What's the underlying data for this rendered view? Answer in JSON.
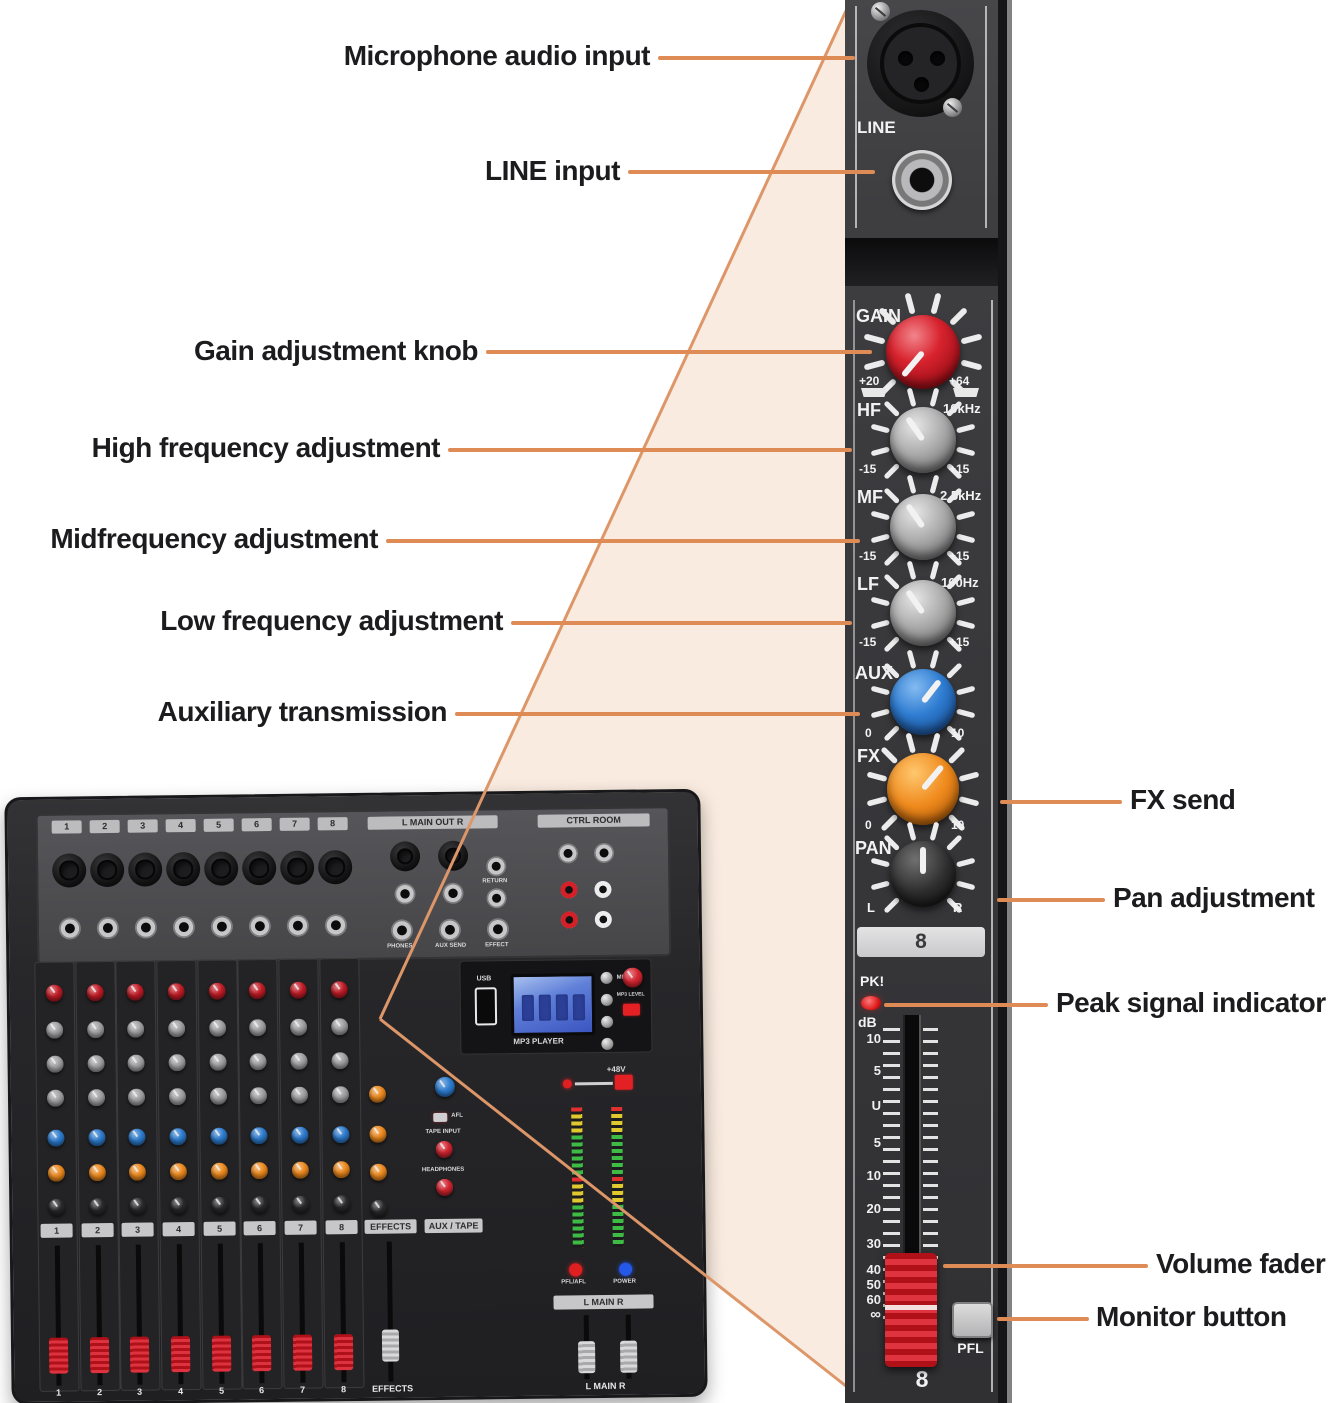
{
  "callouts": {
    "left": [
      {
        "label": "Microphone audio input"
      },
      {
        "label": "LINE input"
      },
      {
        "label": "Gain adjustment knob"
      },
      {
        "label": "High frequency adjustment"
      },
      {
        "label": "Midfrequency adjustment"
      },
      {
        "label": "Low frequency adjustment"
      },
      {
        "label": "Auxiliary transmission"
      }
    ],
    "right": [
      {
        "label": "FX send"
      },
      {
        "label": "Pan adjustment"
      },
      {
        "label": "Peak signal indicator"
      },
      {
        "label": "Volume fader"
      },
      {
        "label": "Monitor button"
      }
    ]
  },
  "panel": {
    "line_label": "LINE",
    "gain": {
      "label": "GAIN",
      "min": "+20",
      "max": "+64"
    },
    "eq": [
      {
        "label": "HF",
        "freq": "10kHz",
        "min": "-15",
        "max": "+15"
      },
      {
        "label": "MF",
        "freq": "2.5kHz",
        "min": "-15",
        "max": "+15"
      },
      {
        "label": "LF",
        "freq": "100Hz",
        "min": "-15",
        "max": "+15"
      }
    ],
    "aux": {
      "label": "AUX",
      "min": "0",
      "max": "10"
    },
    "fx": {
      "label": "FX",
      "min": "0",
      "max": "10"
    },
    "pan": {
      "label": "PAN",
      "min": "L",
      "max": "R"
    },
    "channel_plate": "8",
    "pk_label": "PK!",
    "db_label": "dB",
    "fader_scale": [
      "10",
      "5",
      "U",
      "5",
      "10",
      "20",
      "30",
      "40",
      "50",
      "60",
      "∞"
    ],
    "pfl_label": "PFL",
    "channel_number": "8"
  },
  "photo": {
    "channel_numbers": [
      "1",
      "2",
      "3",
      "4",
      "5",
      "6",
      "7",
      "8"
    ],
    "main_out_label": "L MAIN OUT R",
    "ctrl_room_label": "CTRL ROOM",
    "phones_label": "PHONES",
    "aux_send_label": "AUX SEND",
    "effect_label": "EFFECT",
    "return_label": "RETURN",
    "usb_label": "USB",
    "menu_label": "MENU",
    "mp3_player_label": "MP3 PLAYER",
    "mp3_level_label": "MP3 LEVEL",
    "phantom_label": "+48V",
    "afl_label": "AFL",
    "tape_input_label": "TAPE INPUT",
    "headphones_label": "HEADPHONES",
    "pfl_afl_label": "PFL/AFL",
    "power_label": "POWER",
    "effects_plate": "EFFECTS",
    "aux_tape_plate": "AUX / TAPE",
    "main_plate": "L MAIN R",
    "effects_bottom": "EFFECTS",
    "main_bottom": "L MAIN R"
  },
  "colors": {
    "accent_line": "#de8b55",
    "triangle_fill": "#f9ebdf",
    "gain_knob": "#d8232e",
    "aux_knob": "#2e7cd1",
    "fx_knob": "#ef8a1d",
    "fader_cap": "#d01520"
  }
}
